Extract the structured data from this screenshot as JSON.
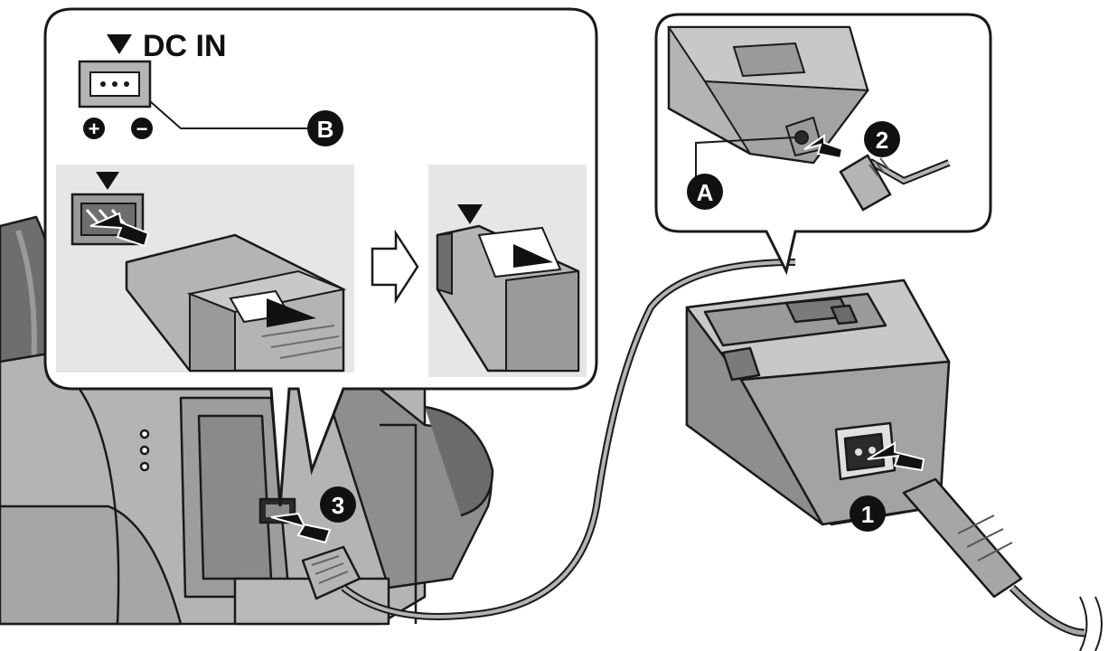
{
  "dc_in_label": "DC IN",
  "callouts": {
    "a": "A",
    "b": "B"
  },
  "steps": {
    "step1": "1",
    "step2": "2",
    "step3": "3"
  },
  "polarity": {
    "plus": "+",
    "minus": "−"
  },
  "colors": {
    "device_gray": "#a6a6a6",
    "device_light": "#cfcfcf",
    "device_dark": "#6e6e6e",
    "outline": "#1a1a1a",
    "callout_fill": "#111111",
    "panel_bg": "#e6e6e6"
  }
}
